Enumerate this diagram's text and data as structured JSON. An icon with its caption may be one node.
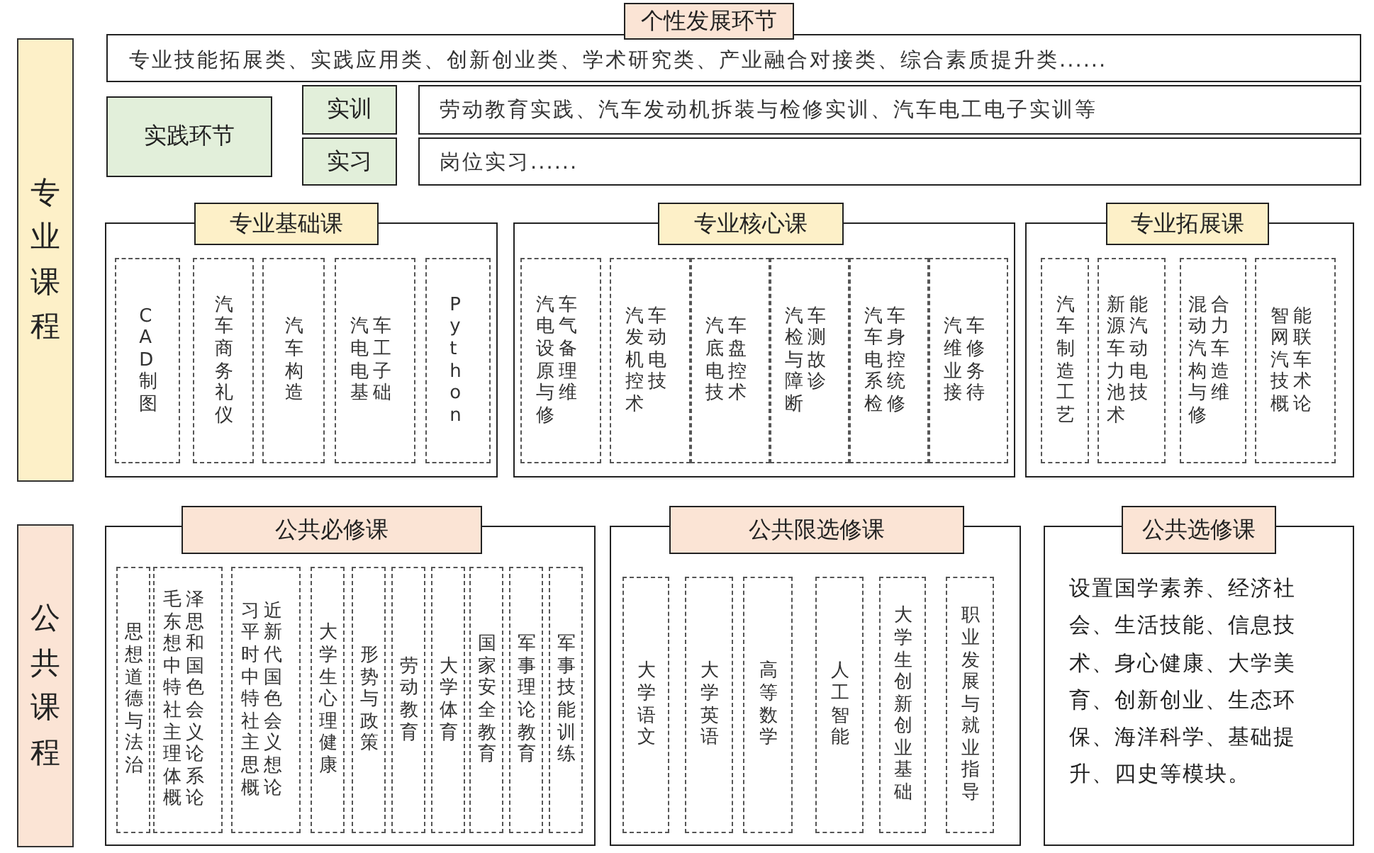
{
  "diagram": {
    "nodes": [
      {
        "text": [
          "专业课程"
        ]
      },
      {
        "text": [
          "个性发展环节",
          "专业技能拓展类、实践应用类、创新创业类、学术研究类、产业融合对接类、综合素质提升类......"
        ]
      },
      {
        "text": [
          "实践环节"
        ]
      },
      {
        "text": [
          "实训"
        ]
      },
      {
        "text": [
          "劳动教育实践、汽车发动机拆装与检修实训、汽车电工电子实训等"
        ]
      },
      {
        "text": [
          "实习"
        ]
      },
      {
        "text": [
          "岗位实习......"
        ]
      },
      {
        "text": [
          "专业基础课"
        ]
      },
      {
        "text": [
          "CAD制图"
        ],
        "in": 7
      },
      {
        "text": [
          "汽车商务礼仪"
        ],
        "in": 7
      },
      {
        "text": [
          "汽车构造"
        ],
        "in": 7
      },
      {
        "text": [
          "汽车电工电子基础"
        ],
        "in": 7
      },
      {
        "text": [
          "Python"
        ],
        "in": 7
      },
      {
        "text": [
          "专业核心课"
        ]
      },
      {
        "text": [
          "汽车电气设备原理与维修"
        ],
        "in": 13
      },
      {
        "text": [
          "汽车发动机电控技术"
        ],
        "in": 13
      },
      {
        "text": [
          "汽车底盘电控技术"
        ],
        "in": 13
      },
      {
        "text": [
          "汽车检测与故障诊断"
        ],
        "in": 13
      },
      {
        "text": [
          "汽车车身电控系统检修"
        ],
        "in": 13
      },
      {
        "text": [
          "汽车维修业务接待"
        ],
        "in": 13
      },
      {
        "text": [
          "专业拓展课"
        ]
      },
      {
        "text": [
          "汽车制造工艺"
        ],
        "in": 20
      },
      {
        "text": [
          "新能源汽车动力电池技术"
        ],
        "in": 20
      },
      {
        "text": [
          "混合动力汽车构造与维修"
        ],
        "in": 20
      },
      {
        "text": [
          "智能网联汽车技术概论"
        ],
        "in": 20
      },
      {
        "text": [
          "公共课程"
        ]
      },
      {
        "text": [
          "公共必修课"
        ]
      },
      {
        "text": [
          "思想道德与法治"
        ],
        "in": 26
      },
      {
        "text": [
          "毛泽东思想和中国特色社会主义理论体系概论"
        ],
        "in": 26
      },
      {
        "text": [
          "习近平新时代中国特色社会主义思想概论"
        ],
        "in": 26
      },
      {
        "text": [
          "大学生心理健康"
        ],
        "in": 26
      },
      {
        "text": [
          "形势与政策"
        ],
        "in": 26
      },
      {
        "text": [
          "劳动教育"
        ],
        "in": 26
      },
      {
        "text": [
          "大学体育"
        ],
        "in": 26
      },
      {
        "text": [
          "国家安全教育"
        ],
        "in": 26
      },
      {
        "text": [
          "军事理论教育"
        ],
        "in": 26
      },
      {
        "text": [
          "军事技能训练"
        ],
        "in": 26
      },
      {
        "text": [
          "公共限选修课"
        ]
      },
      {
        "text": [
          "大学语文"
        ],
        "in": 37
      },
      {
        "text": [
          "大学英语"
        ],
        "in": 37
      },
      {
        "text": [
          "高等数学"
        ],
        "in": 37
      },
      {
        "text": [
          "人工智能"
        ],
        "in": 37
      },
      {
        "text": [
          "大学生创新创业基础"
        ],
        "in": 37
      },
      {
        "text": [
          "职业发展与就业指导"
        ],
        "in": 37
      },
      {
        "text": [
          "公共选修课",
          "设置国学素养、经济社会、生活技能、信息技术、身心健康、大学美育、创新创业、生态环保、海洋科学、基础提升、四史等模块。"
        ]
      }
    ]
  }
}
